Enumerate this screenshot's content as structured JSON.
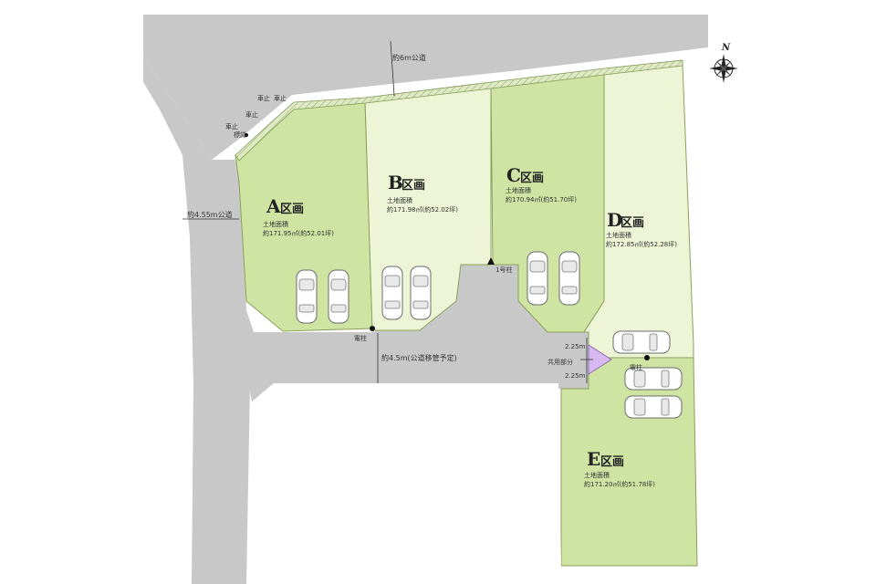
{
  "roads": {
    "north": "約6m公道",
    "west": "約4.55m公道",
    "center": "約4.5m(公道移管予定)"
  },
  "lots": [
    {
      "letter": "A",
      "suffix": "区画",
      "area_label": "土地面積",
      "area": "約171.95㎡(約52.01坪)"
    },
    {
      "letter": "B",
      "suffix": "区画",
      "area_label": "土地面積",
      "area": "約171.98㎡(約52.02坪)"
    },
    {
      "letter": "C",
      "suffix": "区画",
      "area_label": "土地面積",
      "area": "約170.94㎡(約51.70坪)"
    },
    {
      "letter": "D",
      "suffix": "区画",
      "area_label": "土地面積",
      "area": "約172.85㎡(約52.28坪)"
    },
    {
      "letter": "E",
      "suffix": "区画",
      "area_label": "土地面積",
      "area": "約171.20㎡(約51.78坪)"
    }
  ],
  "annotations": {
    "pole1": "電柱",
    "pole2": "電柱",
    "marker": "1号柱",
    "shared": "共用部分",
    "dim_top": "2.25m",
    "dim_bottom": "2.25m",
    "stop1": "車止",
    "stop2": "車止",
    "stop3": "車止",
    "stop4": "車止",
    "sign": "標識"
  },
  "compass": {
    "label": "N",
    "icon": "compass-rose-icon"
  },
  "colors": {
    "road": "#c8c8c8",
    "lot_dark": "#cfe3a3",
    "lot_light": "#eef5d6",
    "shared": "#d7b8f0"
  }
}
